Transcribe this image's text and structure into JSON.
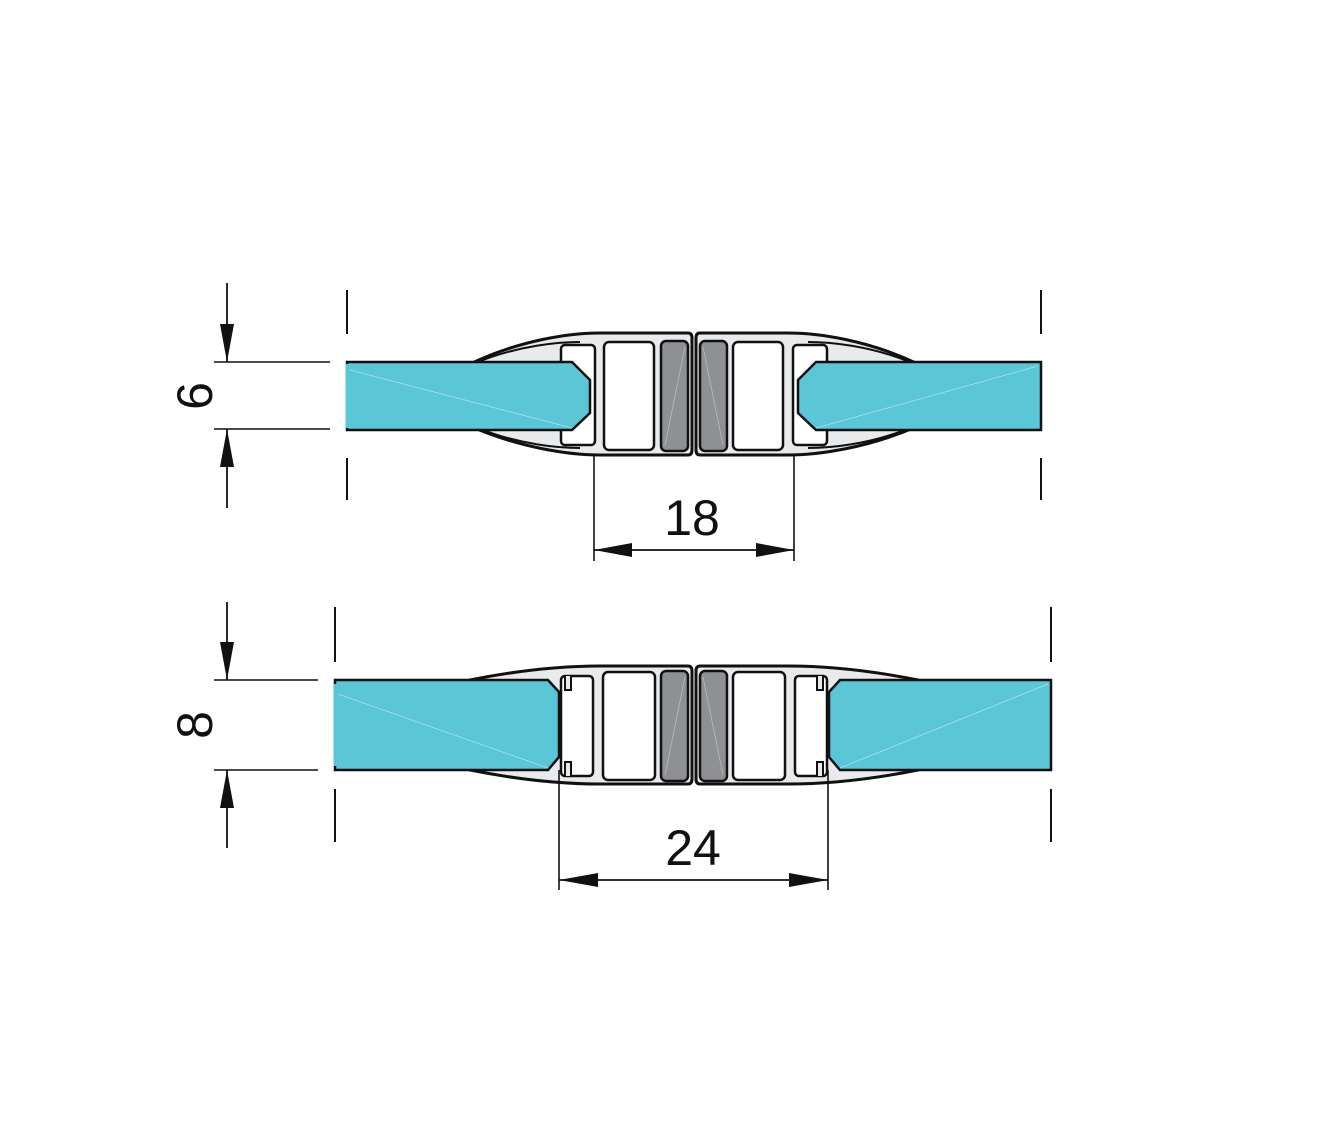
{
  "diagram": {
    "description": "Cross-section of magnetic glass door seal profiles",
    "colors": {
      "glass": "#5bc6d6",
      "glass_highlight": "#a9e3ec",
      "profile_fill": "#e8eaec",
      "profile_stroke": "#111111",
      "magnet": "#8e9094",
      "magnet_light": "#b9bbbe",
      "chamber": "#ffffff",
      "line": "#111111"
    },
    "profiles": [
      {
        "id": "profile-6mm",
        "glass_thickness_label": "6",
        "width_label": "18",
        "glass_thickness_mm": 6,
        "overall_width_mm": 18
      },
      {
        "id": "profile-8mm",
        "glass_thickness_label": "8",
        "width_label": "24",
        "glass_thickness_mm": 8,
        "overall_width_mm": 24
      }
    ]
  }
}
